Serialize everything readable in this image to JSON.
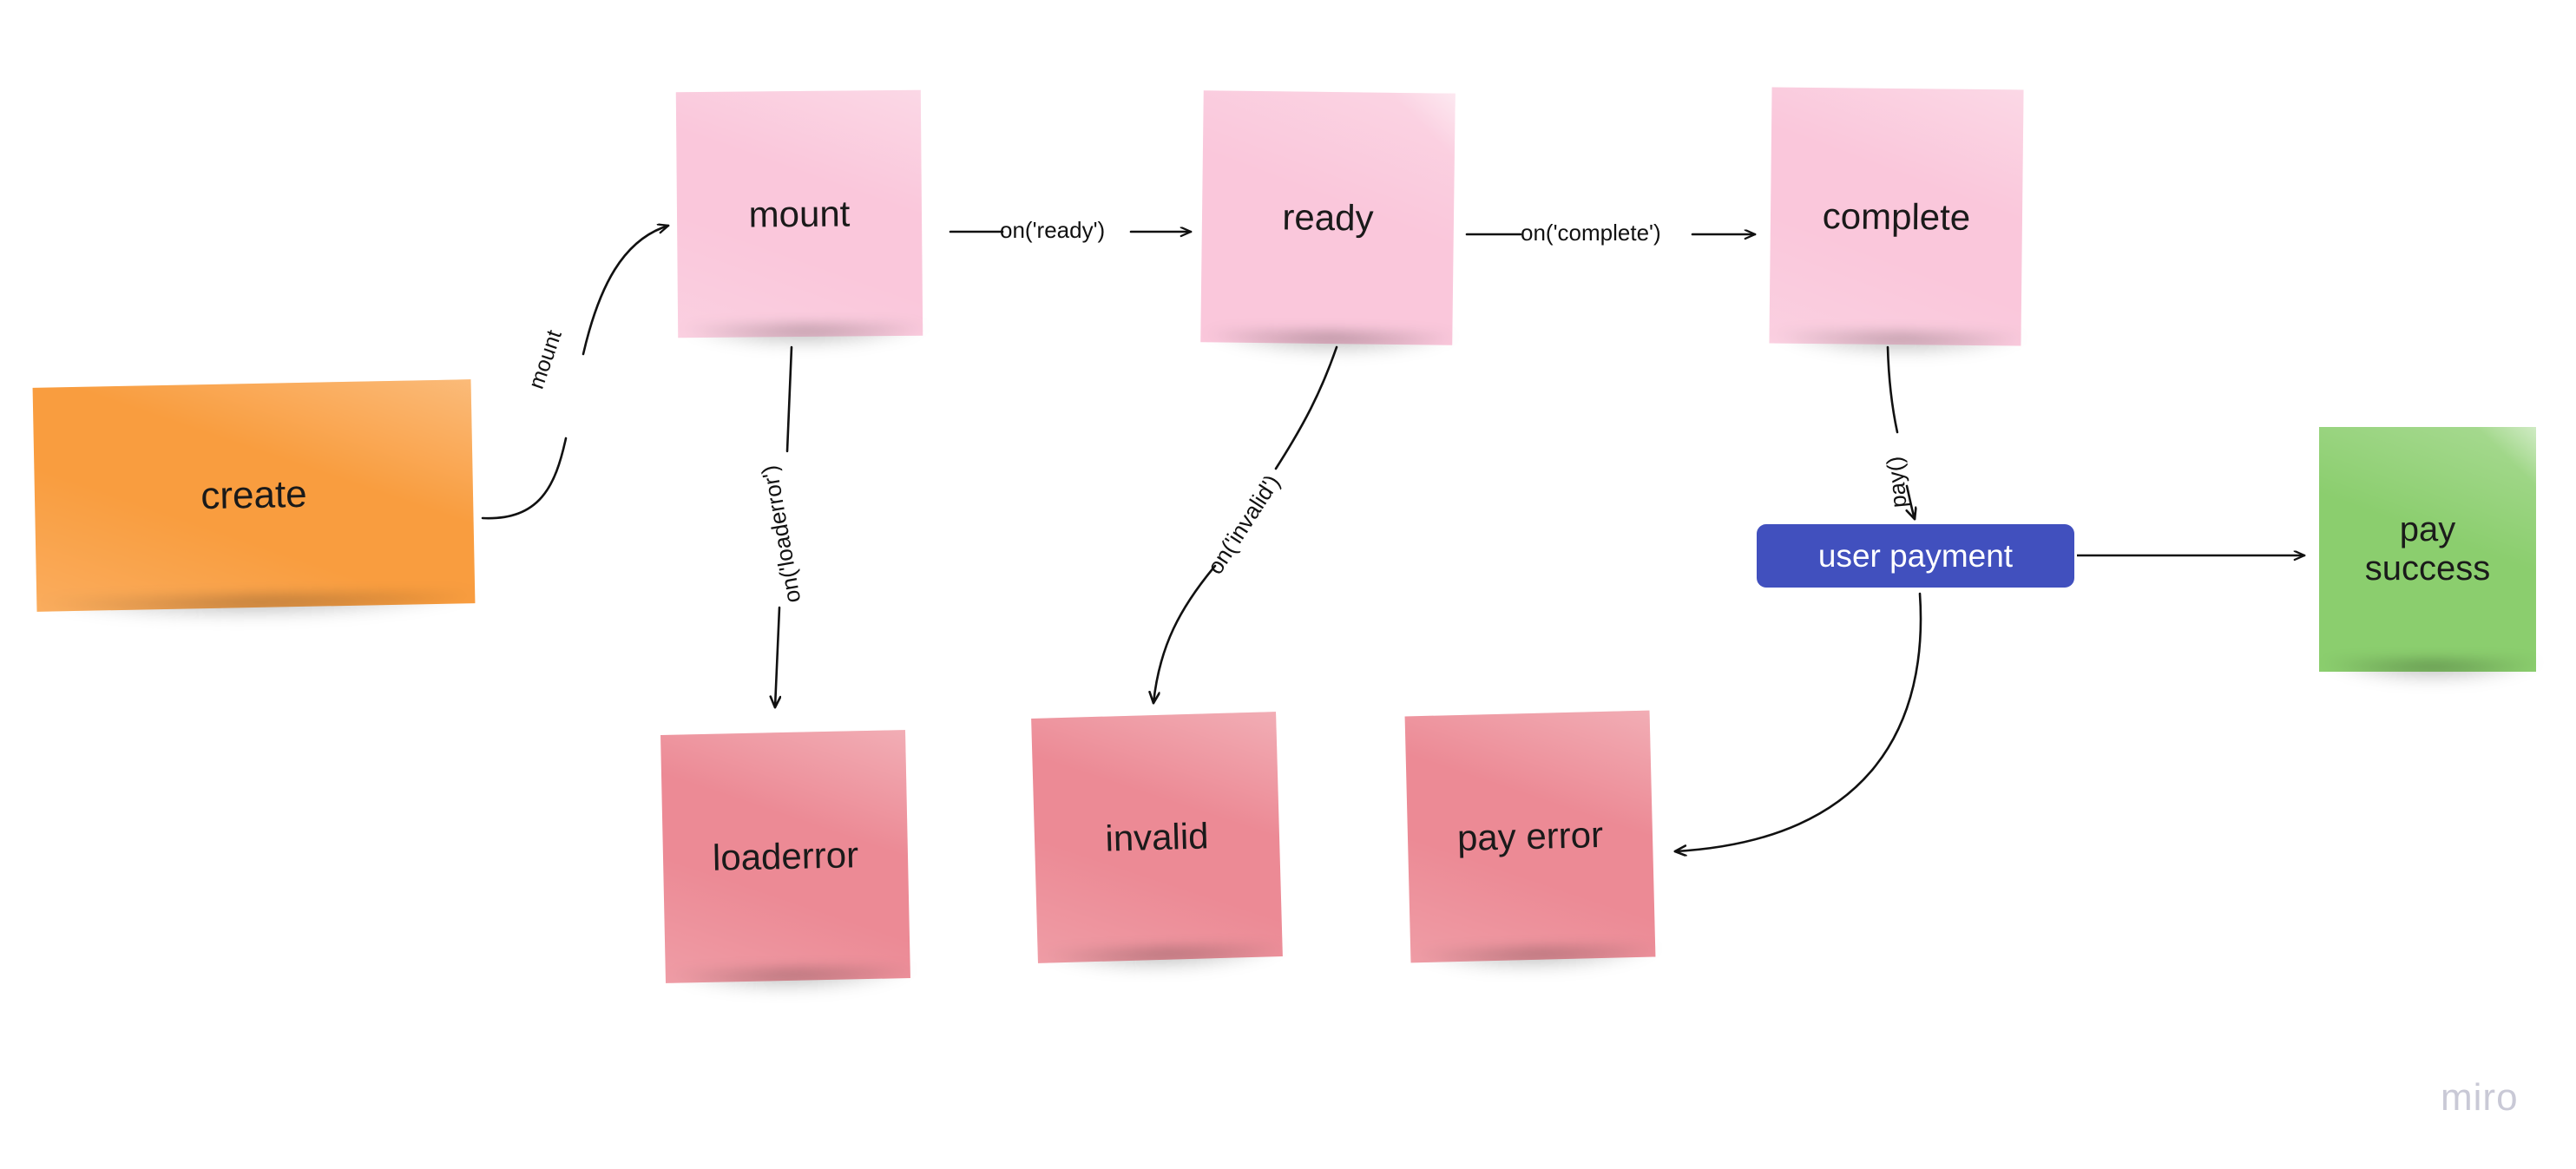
{
  "board": {
    "background_color": "#ffffff",
    "watermark": {
      "text": "miro",
      "color": "#c9c9d6"
    }
  },
  "palette": {
    "pink": "#fac7db",
    "orange": "#f99d3f",
    "salmon": "#ec8a95",
    "green": "#8bce6e",
    "blue": "#4150be",
    "ink": "#111111",
    "note_text": "#1a1a1a",
    "box_text": "#ffffff"
  },
  "diagram": {
    "type": "state-machine-flow",
    "nodes": [
      {
        "id": "create",
        "label": "create",
        "shape": "sticky-note",
        "color": "#f99d3f",
        "text_color": "#1a1a1a"
      },
      {
        "id": "mount",
        "label": "mount",
        "shape": "sticky-note",
        "color": "#fac7db",
        "text_color": "#1a1a1a"
      },
      {
        "id": "ready",
        "label": "ready",
        "shape": "sticky-note",
        "color": "#fac7db",
        "text_color": "#1a1a1a"
      },
      {
        "id": "complete",
        "label": "complete",
        "shape": "sticky-note",
        "color": "#fac7db",
        "text_color": "#1a1a1a"
      },
      {
        "id": "user_payment",
        "label": "user payment",
        "shape": "rounded-box",
        "color": "#4150be",
        "text_color": "#ffffff"
      },
      {
        "id": "pay_success",
        "label": "pay\nsuccess",
        "line1": "pay",
        "line2": "success",
        "shape": "sticky-note",
        "color": "#8bce6e",
        "text_color": "#1a1a1a"
      },
      {
        "id": "loaderror",
        "label": "loaderror",
        "shape": "sticky-note",
        "color": "#ec8a95",
        "text_color": "#1a1a1a"
      },
      {
        "id": "invalid",
        "label": "invalid",
        "shape": "sticky-note",
        "color": "#ec8a95",
        "text_color": "#1a1a1a"
      },
      {
        "id": "pay_error",
        "label": "pay error",
        "shape": "sticky-note",
        "color": "#ec8a95",
        "text_color": "#1a1a1a"
      }
    ],
    "edges": [
      {
        "id": "e1",
        "from": "create",
        "to": "mount",
        "label": "mount",
        "style": "curved"
      },
      {
        "id": "e2",
        "from": "mount",
        "to": "ready",
        "label": "on('ready')",
        "style": "straight"
      },
      {
        "id": "e3",
        "from": "ready",
        "to": "complete",
        "label": "on('complete')",
        "style": "straight"
      },
      {
        "id": "e4",
        "from": "mount",
        "to": "loaderror",
        "label": "on('loaderror')",
        "style": "straight-vertical"
      },
      {
        "id": "e5",
        "from": "ready",
        "to": "invalid",
        "label": "on('invalid')",
        "style": "curved"
      },
      {
        "id": "e6",
        "from": "complete",
        "to": "user_payment",
        "label": "pay()",
        "style": "curved"
      },
      {
        "id": "e7",
        "from": "user_payment",
        "to": "pay_success",
        "label": "",
        "style": "straight"
      },
      {
        "id": "e8",
        "from": "user_payment",
        "to": "pay_error",
        "label": "",
        "style": "curved"
      }
    ]
  }
}
